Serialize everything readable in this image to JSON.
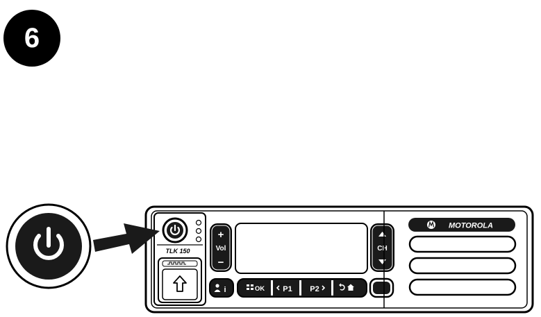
{
  "step": {
    "number": "6"
  },
  "radio": {
    "brand": "MOTOROLA",
    "model": "TLK 150",
    "volume": {
      "label": "Vol",
      "plus": "+",
      "minus": "−"
    },
    "channel": {
      "label": "CH"
    },
    "buttons": {
      "ok": "OK",
      "p1": "P1",
      "p2": "P2",
      "info": "i"
    }
  },
  "icons": {
    "power": "power-icon",
    "arrow": "pointer-arrow",
    "up": "up-arrow-icon",
    "home": "home-icon",
    "back": "back-icon",
    "menu": "menu-icon",
    "user": "user-icon"
  }
}
